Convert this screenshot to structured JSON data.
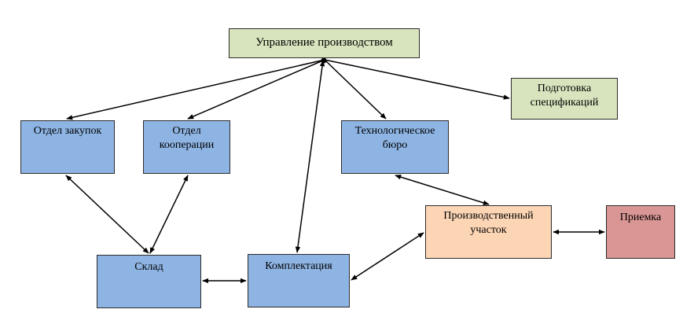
{
  "colors": {
    "header_fill": "#d7e4bd",
    "box_fill": "#8eb4e3",
    "production_fill": "#fcd5b5",
    "acceptance_fill": "#d99694",
    "line": "#000000"
  },
  "nodes": {
    "mgmt": {
      "lines": [
        "Управление производством"
      ],
      "fill": "#d7e4bd"
    },
    "spec": {
      "lines": [
        "Подготовка",
        "спецификаций"
      ],
      "fill": "#d7e4bd"
    },
    "purch": {
      "lines": [
        "Отдел закупок"
      ],
      "fill": "#8eb4e3"
    },
    "coop": {
      "lines": [
        "Отдел",
        "кооперации"
      ],
      "fill": "#8eb4e3"
    },
    "tech": {
      "lines": [
        "Технологическое",
        "бюро"
      ],
      "fill": "#8eb4e3"
    },
    "prod": {
      "lines": [
        "Производственный",
        "участок"
      ],
      "fill": "#fcd5b5"
    },
    "accept": {
      "lines": [
        "Приемка"
      ],
      "fill": "#d99694"
    },
    "stock": {
      "lines": [
        "Склад"
      ],
      "fill": "#8eb4e3"
    },
    "kit": {
      "lines": [
        "Комплектация"
      ],
      "fill": "#8eb4e3"
    }
  },
  "edges": [
    {
      "from": "mgmt",
      "to": "purch",
      "direction": "to"
    },
    {
      "from": "mgmt",
      "to": "coop",
      "direction": "to"
    },
    {
      "from": "mgmt",
      "to": "tech",
      "direction": "to"
    },
    {
      "from": "mgmt",
      "to": "spec",
      "direction": "to"
    },
    {
      "from": "mgmt",
      "to": "kit",
      "direction": "both"
    },
    {
      "from": "purch",
      "to": "stock",
      "direction": "both"
    },
    {
      "from": "coop",
      "to": "stock",
      "direction": "both"
    },
    {
      "from": "stock",
      "to": "kit",
      "direction": "both"
    },
    {
      "from": "kit",
      "to": "prod",
      "direction": "both"
    },
    {
      "from": "tech",
      "to": "prod",
      "direction": "both"
    },
    {
      "from": "prod",
      "to": "accept",
      "direction": "both"
    }
  ]
}
